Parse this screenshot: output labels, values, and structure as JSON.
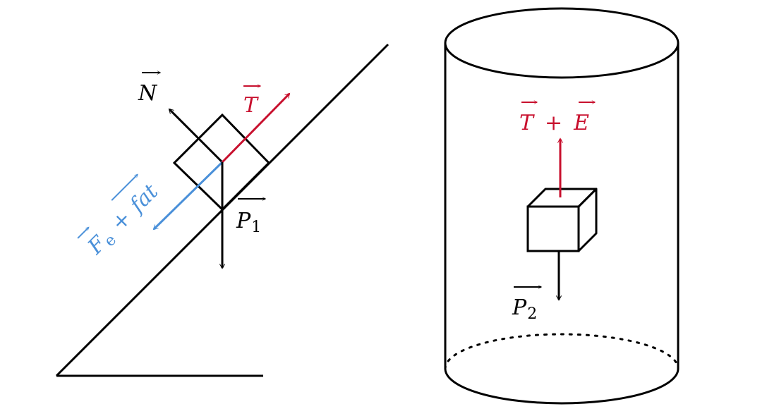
{
  "colors": {
    "stroke": "#000000",
    "tension": "#c8102e",
    "friction": "#4a90d9",
    "background": "#ffffff"
  },
  "left_diagram": {
    "labels": {
      "normal": "N",
      "tension": "T",
      "weight_symbol": "P",
      "weight_subscript": "1",
      "elastic_symbol": "F",
      "elastic_subscript": "e",
      "plus": "+",
      "friction": "fat"
    }
  },
  "right_diagram": {
    "labels": {
      "tension": "T",
      "plus": "+",
      "buoyancy": "E",
      "weight_symbol": "P",
      "weight_subscript": "2"
    }
  }
}
